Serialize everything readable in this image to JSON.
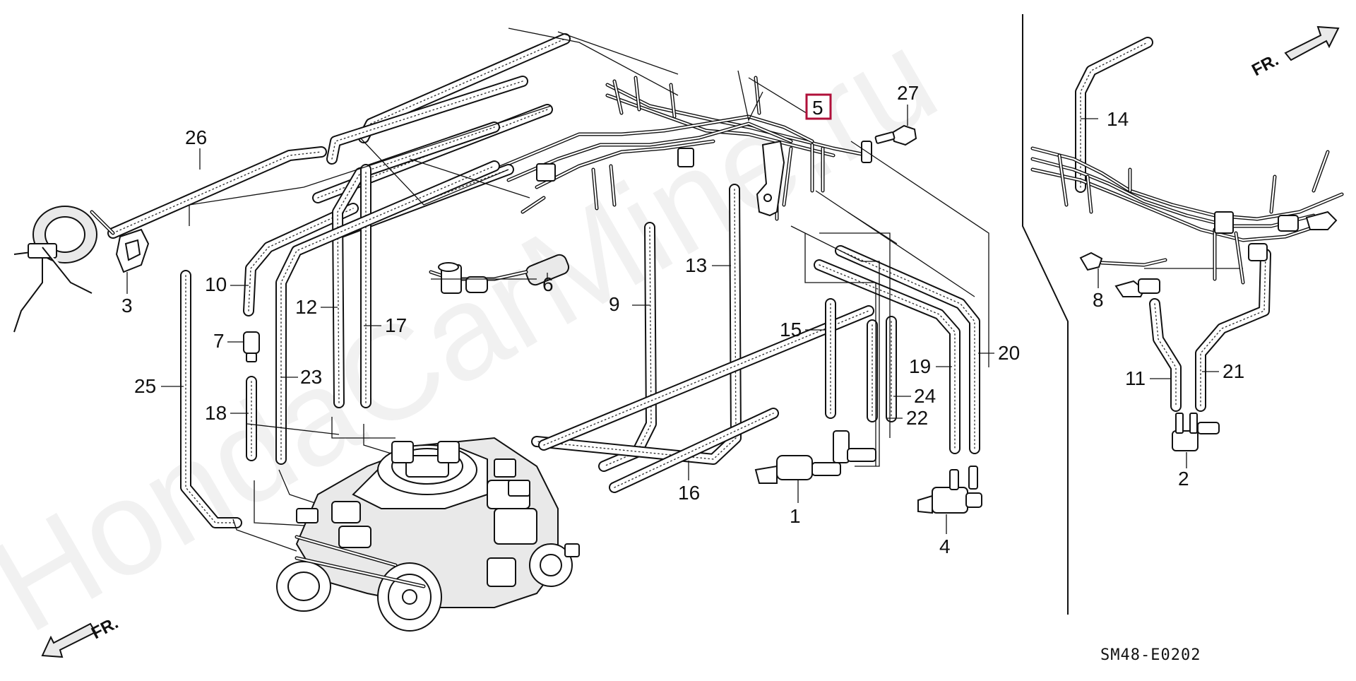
{
  "watermark": "HondaCarMine.ru",
  "diagram_code": "SM48-E0202",
  "direction_label": "FR.",
  "selected_part": "5",
  "labels": {
    "p1": "1",
    "p2": "2",
    "p3": "3",
    "p4": "4",
    "p5": "5",
    "p6": "6",
    "p7": "7",
    "p8": "8",
    "p9": "9",
    "p10": "10",
    "p11": "11",
    "p12": "12",
    "p13": "13",
    "p14": "14",
    "p15": "15",
    "p16": "16",
    "p17": "17",
    "p18": "18",
    "p19": "19",
    "p20": "20",
    "p21": "21",
    "p22": "22",
    "p23": "23",
    "p24": "24",
    "p25": "25",
    "p26": "26",
    "p27": "27"
  },
  "colors": {
    "ink": "#111111",
    "selected": "#b0103a",
    "background": "#ffffff"
  }
}
